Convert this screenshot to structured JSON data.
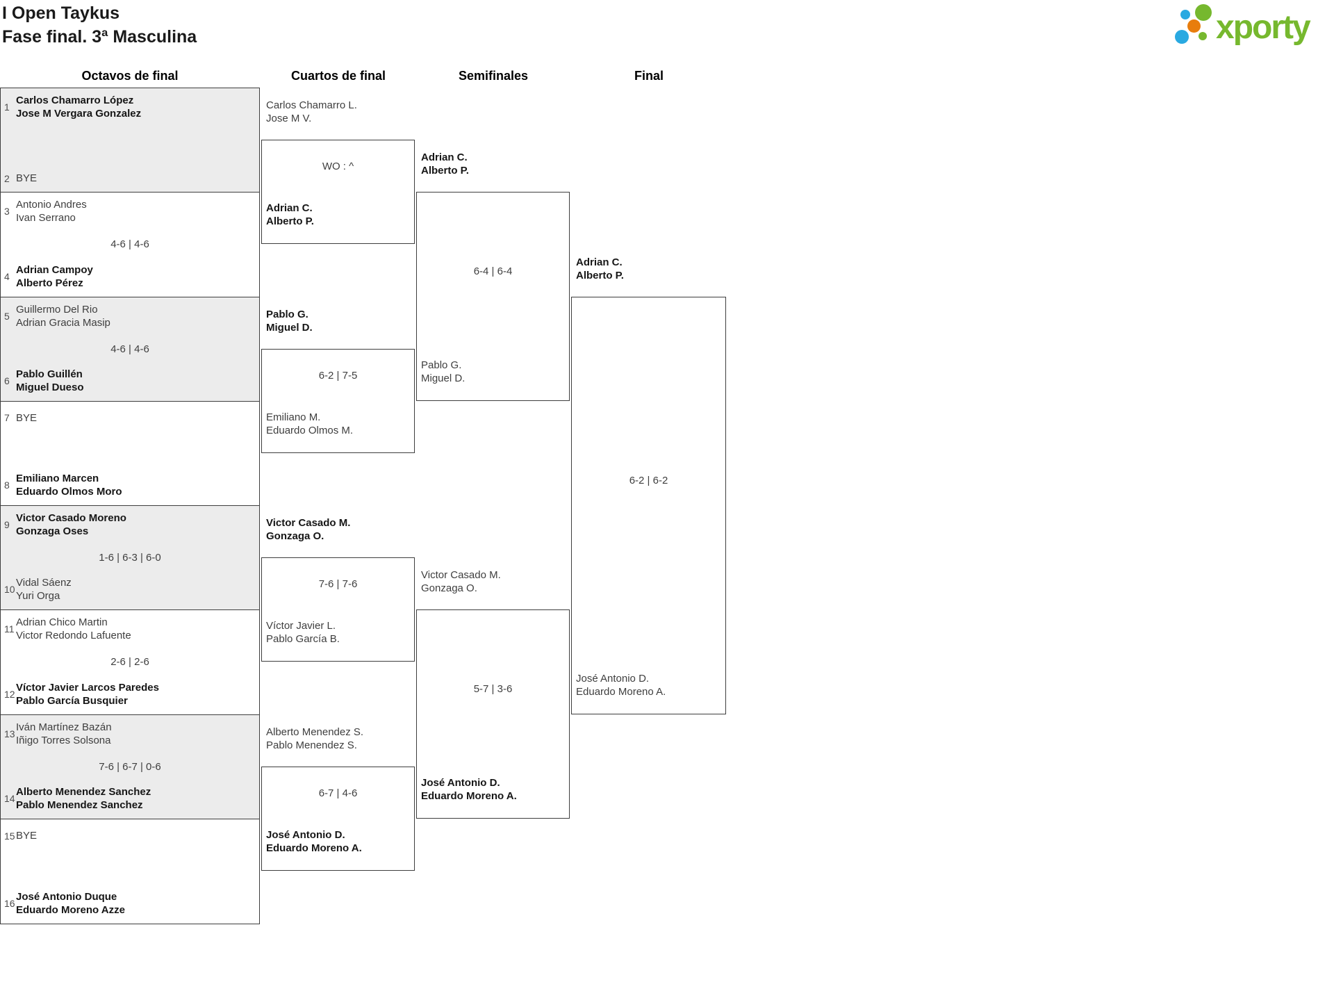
{
  "header": {
    "title": "I Open Taykus",
    "subtitle": "Fase final. 3ª Masculina"
  },
  "logo": {
    "brand": "xporty",
    "colors": {
      "green": "#76b82e",
      "blue": "#29a9e1",
      "orange": "#e87d0d"
    }
  },
  "colors": {
    "border": "#3d3d3d",
    "box_gray": "#ececec",
    "winner_text": "#161616",
    "regular_text": "#3e3e3e"
  },
  "columns": [
    "Octavos de final",
    "Cuartos de final",
    "Semifinales",
    "Final"
  ],
  "rounds": {
    "octavos": {
      "matches": [
        {
          "seed1": "1",
          "team1": {
            "p1": "Carlos Chamarro López",
            "p2": "Jose M Vergara Gonzalez",
            "winner": true
          },
          "seed2": "2",
          "team2": {
            "p1": "BYE",
            "p2": "",
            "winner": false
          },
          "score": ""
        },
        {
          "seed1": "3",
          "team1": {
            "p1": "Antonio Andres",
            "p2": "Ivan Serrano",
            "winner": false
          },
          "seed2": "4",
          "team2": {
            "p1": "Adrian Campoy",
            "p2": "Alberto Pérez",
            "winner": true
          },
          "score": "4-6 | 4-6"
        },
        {
          "seed1": "5",
          "team1": {
            "p1": "Guillermo Del Rio",
            "p2": "Adrian Gracia Masip",
            "winner": false
          },
          "seed2": "6",
          "team2": {
            "p1": "Pablo Guillén",
            "p2": "Miguel Dueso",
            "winner": true
          },
          "score": "4-6 | 4-6"
        },
        {
          "seed1": "7",
          "team1": {
            "p1": "BYE",
            "p2": "",
            "winner": false
          },
          "seed2": "8",
          "team2": {
            "p1": "Emiliano Marcen",
            "p2": "Eduardo Olmos Moro",
            "winner": true
          },
          "score": ""
        },
        {
          "seed1": "9",
          "team1": {
            "p1": "Victor Casado Moreno",
            "p2": "Gonzaga Oses",
            "winner": true
          },
          "seed2": "10",
          "team2": {
            "p1": "Vidal Sáenz",
            "p2": "Yuri Orga",
            "winner": false
          },
          "score": "1-6 | 6-3 | 6-0"
        },
        {
          "seed1": "11",
          "team1": {
            "p1": "Adrian Chico Martin",
            "p2": "Victor Redondo Lafuente",
            "winner": false
          },
          "seed2": "12",
          "team2": {
            "p1": "Víctor Javier Larcos Paredes",
            "p2": "Pablo García Busquier",
            "winner": true
          },
          "score": "2-6 | 2-6"
        },
        {
          "seed1": "13",
          "team1": {
            "p1": "Iván Martínez Bazán",
            "p2": "Iñigo Torres Solsona",
            "winner": false
          },
          "seed2": "14",
          "team2": {
            "p1": "Alberto Menendez Sanchez",
            "p2": "Pablo Menendez Sanchez",
            "winner": true
          },
          "score": "7-6 | 6-7 | 0-6"
        },
        {
          "seed1": "15",
          "team1": {
            "p1": "BYE",
            "p2": "",
            "winner": false
          },
          "seed2": "16",
          "team2": {
            "p1": "José Antonio Duque",
            "p2": "Eduardo Moreno Azze",
            "winner": true
          },
          "score": ""
        }
      ]
    },
    "cuartos": {
      "matches": [
        {
          "team1": {
            "p1": "Carlos Chamarro L.",
            "p2": "Jose M V.",
            "winner": false
          },
          "team2": {
            "p1": "Adrian C.",
            "p2": "Alberto P.",
            "winner": true
          },
          "score": "WO : ^"
        },
        {
          "team1": {
            "p1": "Pablo G.",
            "p2": "Miguel D.",
            "winner": true
          },
          "team2": {
            "p1": "Emiliano M.",
            "p2": "Eduardo Olmos M.",
            "winner": false
          },
          "score": "6-2 | 7-5"
        },
        {
          "team1": {
            "p1": "Victor Casado M.",
            "p2": "Gonzaga O.",
            "winner": true
          },
          "team2": {
            "p1": "Víctor Javier L.",
            "p2": "Pablo García B.",
            "winner": false
          },
          "score": "7-6 | 7-6"
        },
        {
          "team1": {
            "p1": "Alberto Menendez S.",
            "p2": "Pablo Menendez S.",
            "winner": false
          },
          "team2": {
            "p1": "José Antonio D.",
            "p2": "Eduardo Moreno A.",
            "winner": true
          },
          "score": "6-7 | 4-6"
        }
      ]
    },
    "semifinales": {
      "matches": [
        {
          "team1": {
            "p1": "Adrian C.",
            "p2": "Alberto P.",
            "winner": true
          },
          "team2": {
            "p1": "Pablo G.",
            "p2": "Miguel D.",
            "winner": false
          },
          "score": "6-4 | 6-4"
        },
        {
          "team1": {
            "p1": "Victor Casado M.",
            "p2": "Gonzaga O.",
            "winner": false
          },
          "team2": {
            "p1": "José Antonio D.",
            "p2": "Eduardo Moreno A.",
            "winner": true
          },
          "score": "5-7 | 3-6"
        }
      ]
    },
    "final": {
      "matches": [
        {
          "team1": {
            "p1": "Adrian C.",
            "p2": "Alberto P.",
            "winner": true
          },
          "team2": {
            "p1": "José Antonio D.",
            "p2": "Eduardo Moreno A.",
            "winner": false
          },
          "score": "6-2 | 6-2"
        }
      ]
    }
  }
}
